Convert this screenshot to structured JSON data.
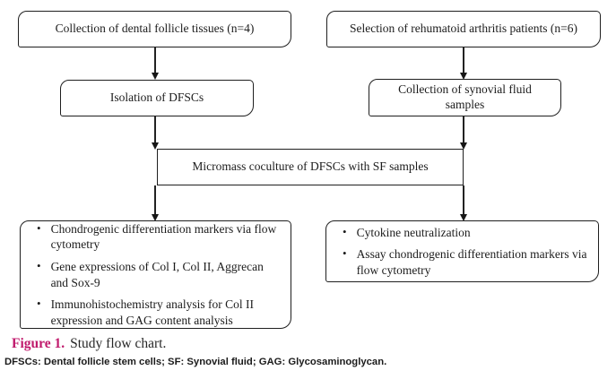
{
  "colors": {
    "accent": "#c01a6c",
    "line": "#222222",
    "text": "#1c1c1c"
  },
  "icons": {
    "bullet": "•"
  },
  "flowchart": {
    "collect_tissues": "Collection of dental follicle tissues (n=4)",
    "select_patients": "Selection of rehumatoid arthritis patients (n=6)",
    "isolate_dfscs": "Isolation of DFSCs",
    "collect_sf": "Collection of synovial fluid samples",
    "coculture": "Micromass coculture of DFSCs with SF samples",
    "left_outcomes": [
      "Chondrogenic differentiation markers via flow cytometry",
      "Gene expressions of Col I, Col II, Aggrecan and Sox-9",
      "Immunohistochemistry analysis for Col II expression and GAG content analysis"
    ],
    "right_outcomes": [
      "Cytokine neutralization",
      "Assay chondrogenic differentiation markers via flow cytometry"
    ]
  },
  "caption": {
    "label": "Figure 1.",
    "text": "Study flow chart."
  },
  "footnote": "DFSCs: Dental follicle stem cells; SF: Synovial fluid; GAG: Glycosaminoglycan."
}
